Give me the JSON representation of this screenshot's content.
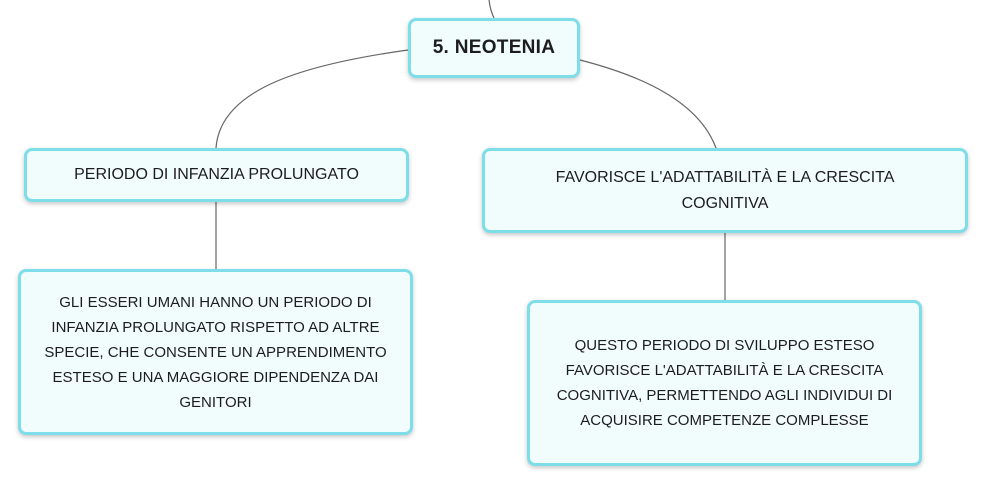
{
  "root": {
    "label": "5. NEOTENIA"
  },
  "branches": [
    {
      "label": "PERIODO DI INFANZIA PROLUNGATO",
      "child": "GLI ESSERI UMANI HANNO UN PERIODO DI INFANZIA PROLUNGATO RISPETTO AD ALTRE SPECIE, CHE CONSENTE UN APPRENDIMENTO ESTESO E UNA MAGGIORE DIPENDENZA DAI GENITORI"
    },
    {
      "label": "FAVORISCE L'ADATTABILITÀ E LA CRESCITA COGNITIVA",
      "child": "QUESTO PERIODO DI SVILUPPO ESTESO FAVORISCE L'ADATTABILITÀ E LA CRESCITA COGNITIVA, PERMETTENDO AGLI INDIVIDUI DI ACQUISIRE COMPETENZE COMPLESSE"
    }
  ]
}
